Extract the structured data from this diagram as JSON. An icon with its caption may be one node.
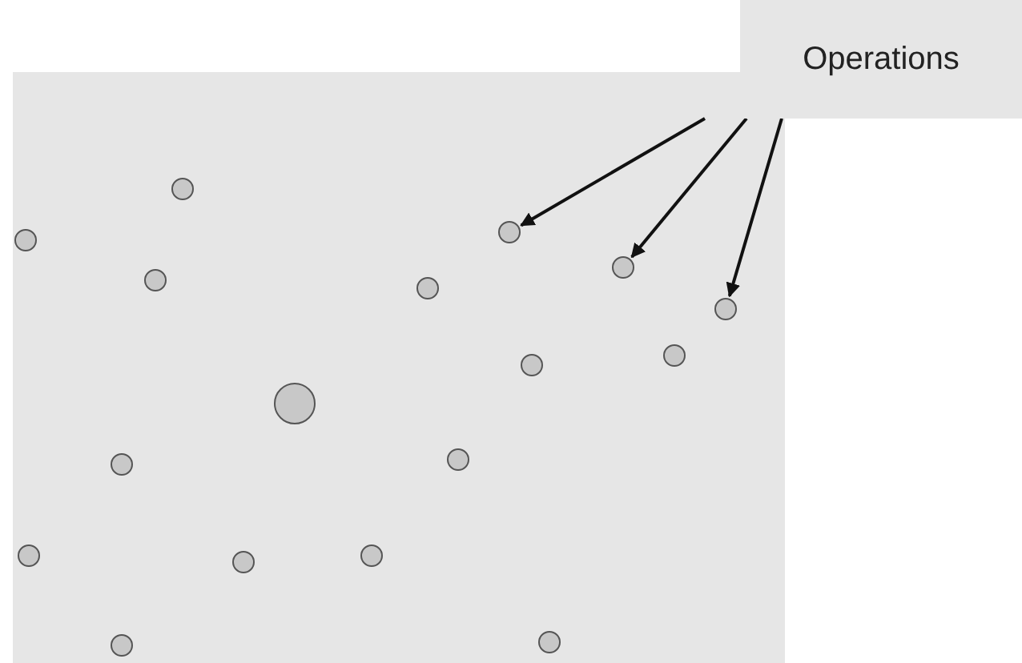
{
  "diagram": {
    "nodes": [
      {
        "text": [
          "Operations"
        ]
      },
      {
        "text": [],
        "shape": "circle"
      },
      {
        "text": [],
        "shape": "circle"
      },
      {
        "text": [],
        "shape": "circle"
      },
      {
        "text": [],
        "shape": "circle"
      },
      {
        "text": [],
        "shape": "circle"
      },
      {
        "text": [],
        "shape": "circle"
      },
      {
        "text": [],
        "shape": "circle"
      },
      {
        "text": [],
        "shape": "circle"
      },
      {
        "text": [],
        "shape": "circle"
      },
      {
        "text": [],
        "shape": "circle"
      },
      {
        "text": [],
        "shape": "circle"
      },
      {
        "text": [],
        "shape": "circle"
      },
      {
        "text": [],
        "shape": "circle"
      },
      {
        "text": [],
        "shape": "circle"
      },
      {
        "text": [],
        "shape": "circle"
      },
      {
        "text": [],
        "shape": "circle"
      },
      {
        "text": [],
        "shape": "circle"
      }
    ],
    "edges": [
      {
        "from": 0,
        "to": 2,
        "arrow": "to"
      },
      {
        "from": 0,
        "to": 4,
        "arrow": "to"
      },
      {
        "from": 0,
        "to": 7,
        "arrow": "to"
      }
    ]
  }
}
